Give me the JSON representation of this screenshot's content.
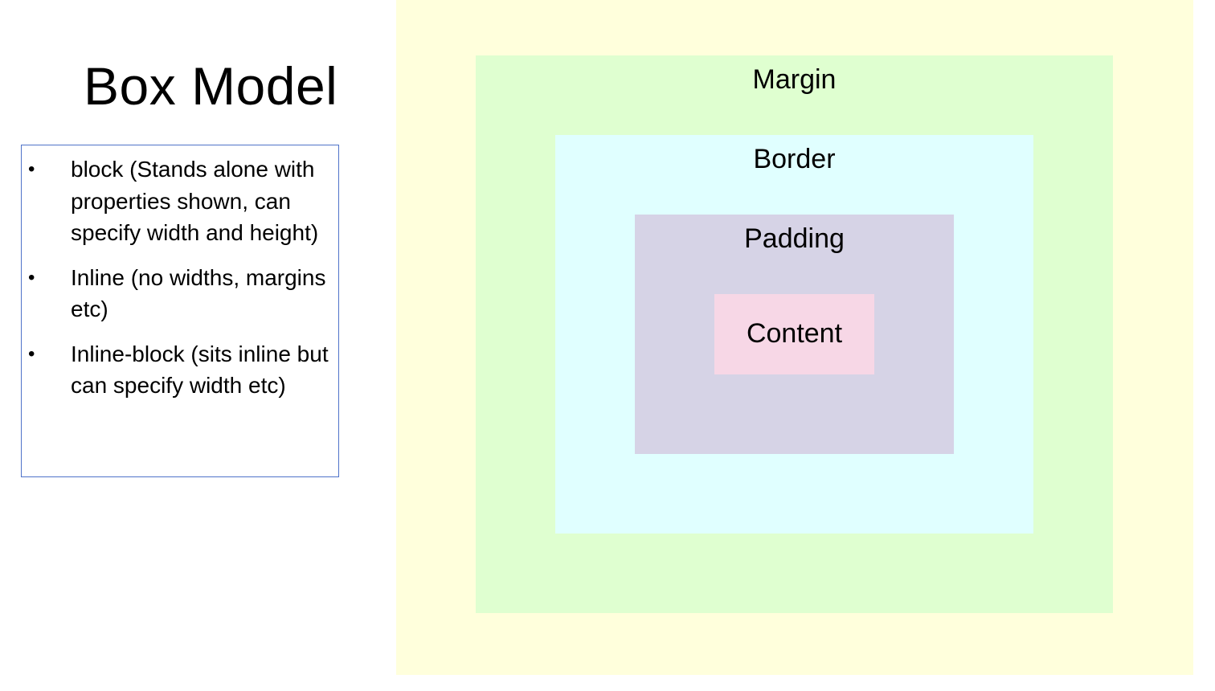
{
  "slide": {
    "title": "Box Model",
    "bullets": [
      {
        "text": "block  (Stands alone with properties shown, can specify width and height)"
      },
      {
        "text": "Inline (no widths, margins etc)"
      },
      {
        "text": "Inline-block (sits inline but can specify width etc)"
      }
    ],
    "bullet_symbol": "•"
  },
  "diagram": {
    "layers": {
      "margin": {
        "label": "Margin",
        "color": "#dfffd0"
      },
      "border": {
        "label": "Border",
        "color": "#e0ffff"
      },
      "padding": {
        "label": "Padding",
        "color": "#d6d3e6"
      },
      "content": {
        "label": "Content",
        "color": "#f7d7e6"
      }
    },
    "outer_color": "#ffffdc",
    "textbox_border_color": "#4f73c9"
  }
}
